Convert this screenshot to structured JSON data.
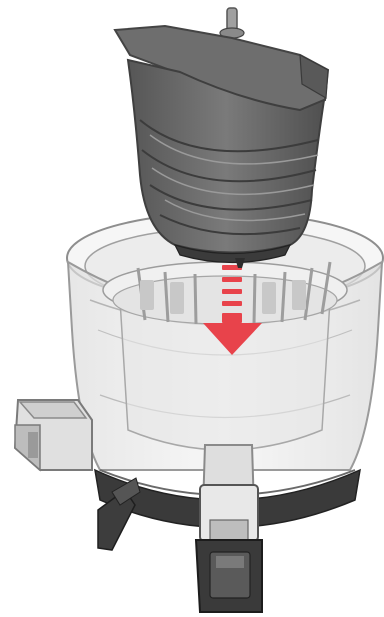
{
  "illustration": {
    "parts": [
      "auger",
      "juicing-screen",
      "juicing-bowl",
      "juice-spout",
      "pulp-outlet",
      "bowl-base",
      "arrow-down"
    ],
    "colors": {
      "auger_dark": "#4d4d4d",
      "auger_mid": "#6b6b6b",
      "auger_light": "#8a8a8a",
      "bowl_outline": "#9a9a9a",
      "bowl_fill": "#eeeeee",
      "base_dark": "#2e2e2e",
      "arrow_red": "#e8434b"
    },
    "arrow_direction": "down"
  }
}
